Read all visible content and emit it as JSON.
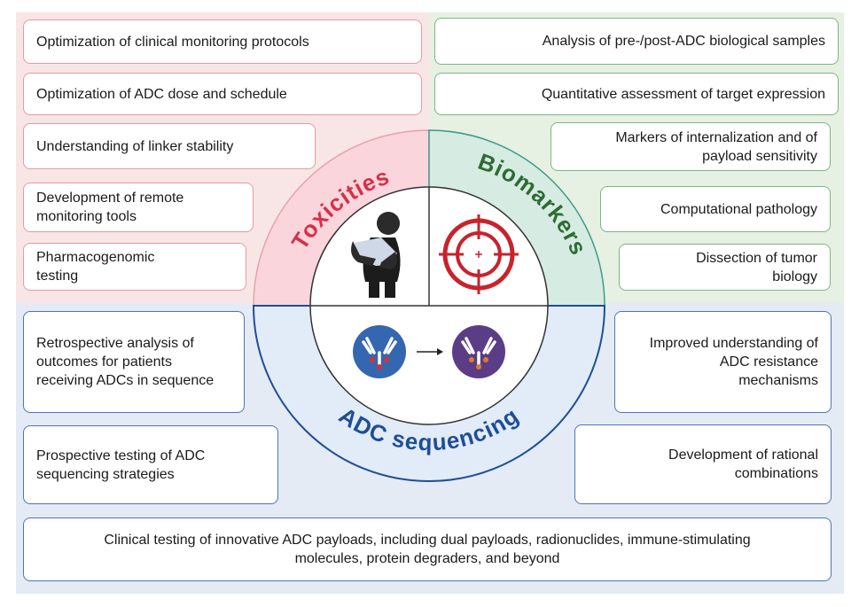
{
  "sections": {
    "toxicities": "Toxicities",
    "biomarkers": "Biomarkers",
    "sequencing": "ADC sequencing"
  },
  "toxicities_items": [
    "Optimization of clinical monitoring protocols",
    "Optimization of ADC dose and schedule",
    "Understanding of linker stability",
    "Development of remote monitoring tools",
    "Pharmacogenomic testing"
  ],
  "biomarkers_items": [
    "Analysis of pre-/post-ADC biological samples",
    "Quantitative assessment of target expression",
    "Markers of internalization and of payload sensitivity",
    "Computational pathology",
    "Dissection of tumor biology"
  ],
  "sequencing_items": [
    "Retrospective analysis of outcomes for patients receiving ADCs in sequence",
    "Prospective testing of ADC sequencing strategies",
    "Improved understanding of ADC resistance mechanisms",
    "Development of rational combinations",
    "Clinical testing of innovative ADC payloads, including dual payloads, radionuclides, immune-stimulating molecules, protein degraders, and beyond"
  ],
  "icons": {
    "toxicities": "patient-stomach-pain-icon",
    "biomarkers": "target-crosshair-icon",
    "sequencing": "antibody-switch-icon"
  },
  "colors": {
    "toxicities": "#d6304a",
    "biomarkers": "#2e6b34",
    "sequencing": "#1f4e96",
    "tox_bg": "#f8e6e6",
    "bio_bg": "#e6f0e3",
    "seq_bg": "#e4ebf5"
  }
}
